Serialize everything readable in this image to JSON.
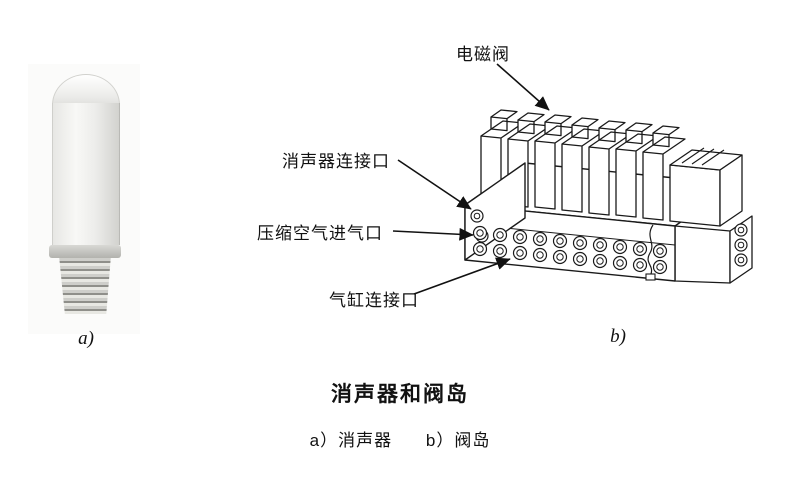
{
  "figure": {
    "callouts": {
      "solenoid": "电磁阀",
      "muffler_port": "消声器连接口",
      "air_inlet": "压缩空气进气口",
      "cylinder_port": "气缸连接口"
    },
    "panel_labels": {
      "a": "a)",
      "b": "b)"
    },
    "caption": "消声器和阀岛",
    "legend": {
      "a": "a）消声器",
      "b": "b）阀岛"
    }
  },
  "colors": {
    "line": "#1a1a1a",
    "text": "#111111"
  }
}
